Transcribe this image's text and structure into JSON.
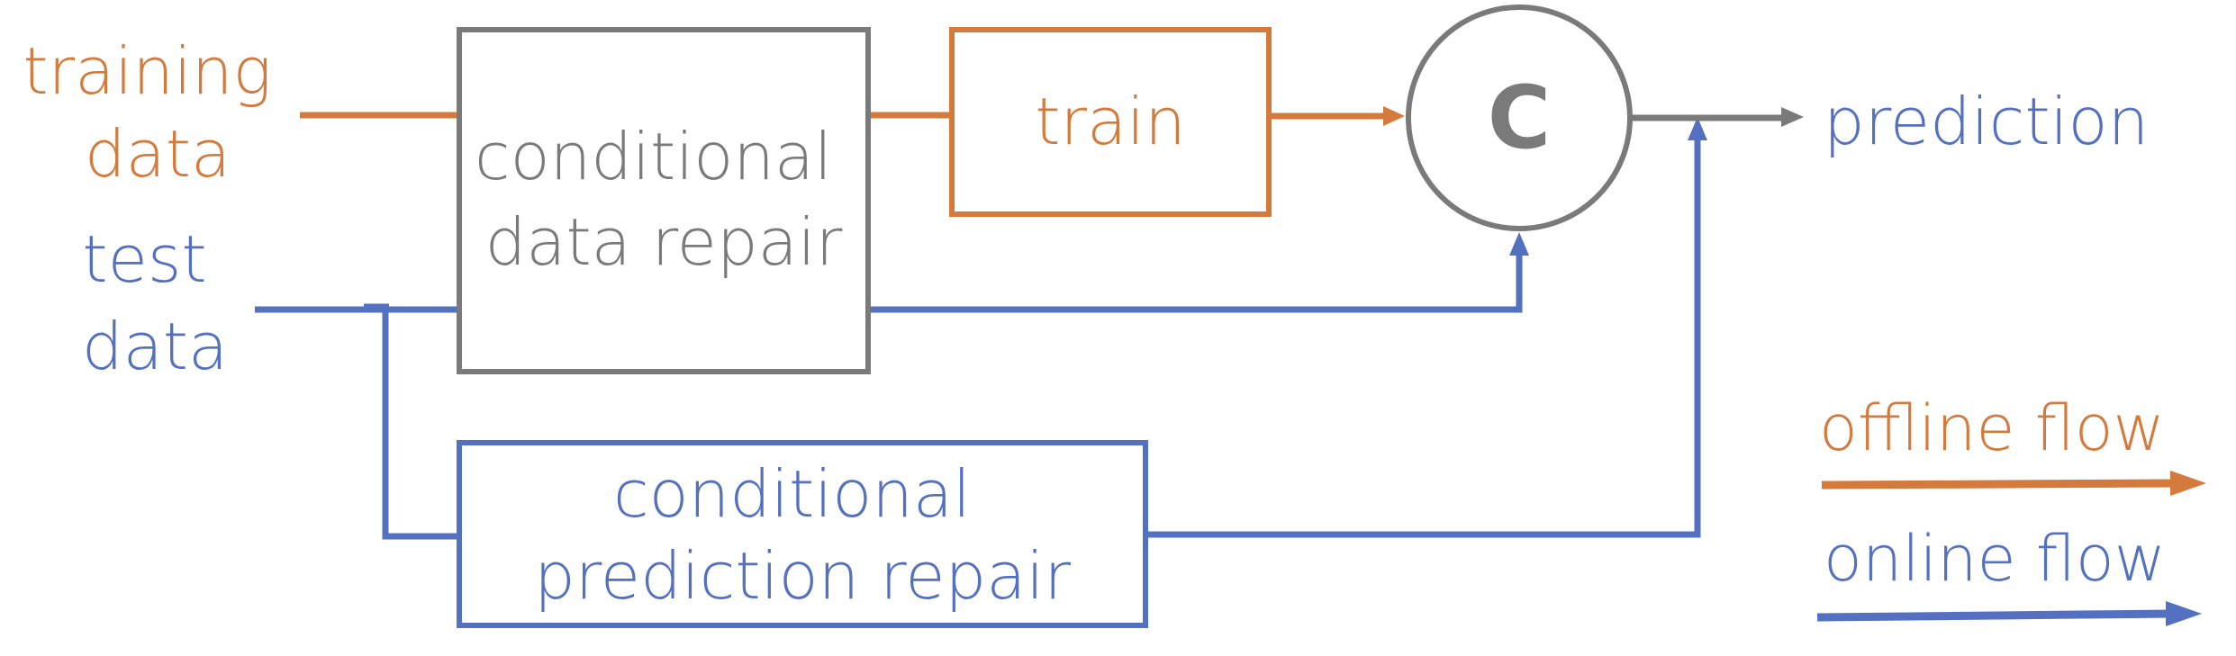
{
  "labels": {
    "training_data": [
      "training",
      "data"
    ],
    "test_data": [
      "test",
      "data"
    ],
    "conditional_data_repair": [
      "conditional",
      "data repair"
    ],
    "train": "train",
    "combiner": "C",
    "prediction": "prediction",
    "conditional_prediction_repair": [
      "conditional",
      "prediction repair"
    ]
  },
  "legend": {
    "offline": "offline flow",
    "online": "online flow"
  },
  "colors": {
    "offline": "#D47A3C",
    "online": "#5470C0",
    "neutral": "#7A7A7A"
  }
}
